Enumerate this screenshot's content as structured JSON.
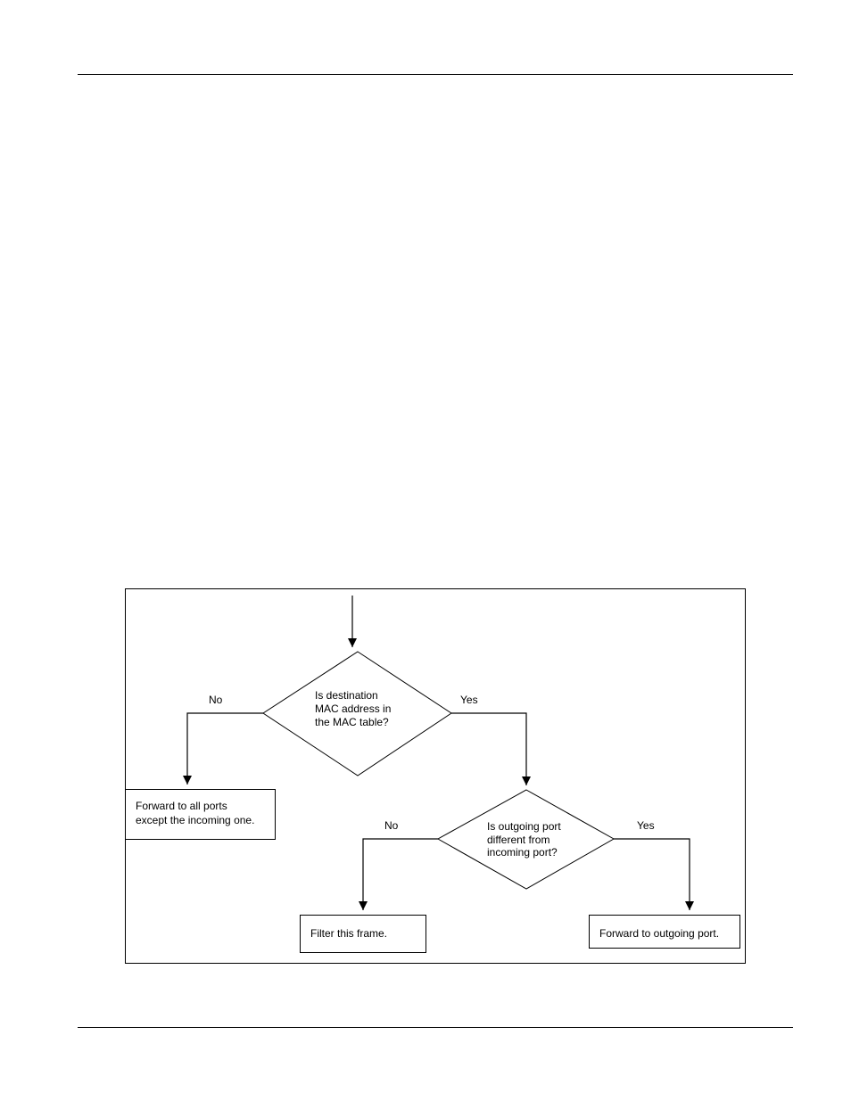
{
  "flowchart": {
    "decision_1": {
      "lines": [
        "Is destination",
        "MAC address in",
        "the MAC table?"
      ]
    },
    "decision_2": {
      "lines": [
        "Is outgoing port",
        "different from",
        "incoming port?"
      ]
    },
    "branch_labels": {
      "d1_no": "No",
      "d1_yes": "Yes",
      "d2_no": "No",
      "d2_yes": "Yes"
    },
    "process_forward_all": {
      "lines": [
        "Forward to all ports",
        "except the incoming one."
      ]
    },
    "process_filter": {
      "lines": [
        "Filter this frame."
      ]
    },
    "process_forward_out": {
      "lines": [
        "Forward to outgoing port."
      ]
    }
  }
}
